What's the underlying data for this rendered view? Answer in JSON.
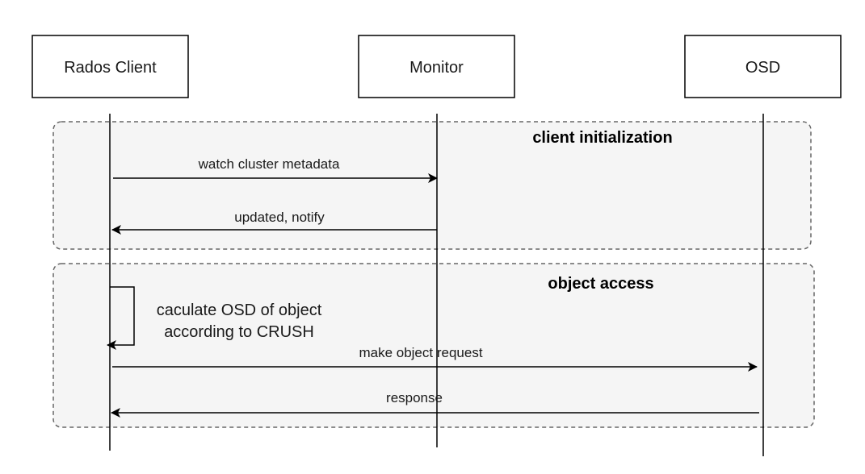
{
  "participants": [
    {
      "id": "rados-client",
      "label": "Rados Client"
    },
    {
      "id": "monitor",
      "label": "Monitor"
    },
    {
      "id": "osd",
      "label": "OSD"
    }
  ],
  "groups": [
    {
      "id": "client-initialization",
      "title": "client initialization"
    },
    {
      "id": "object-access",
      "title": "object access"
    }
  ],
  "messages": [
    {
      "id": "watch",
      "from": "rados-client",
      "to": "monitor",
      "label": "watch cluster metadata"
    },
    {
      "id": "notify",
      "from": "monitor",
      "to": "rados-client",
      "label": "updated, notify"
    },
    {
      "id": "request",
      "from": "rados-client",
      "to": "osd",
      "label": "make object request"
    },
    {
      "id": "response",
      "from": "osd",
      "to": "rados-client",
      "label": "response"
    }
  ],
  "self_call": {
    "participant": "rados-client",
    "lines": [
      "caculate OSD of object",
      "according to CRUSH"
    ]
  },
  "colors": {
    "line": "#000000",
    "group_fill": "#f5f5f5",
    "group_border": "#666666",
    "box_fill": "#ffffff"
  }
}
